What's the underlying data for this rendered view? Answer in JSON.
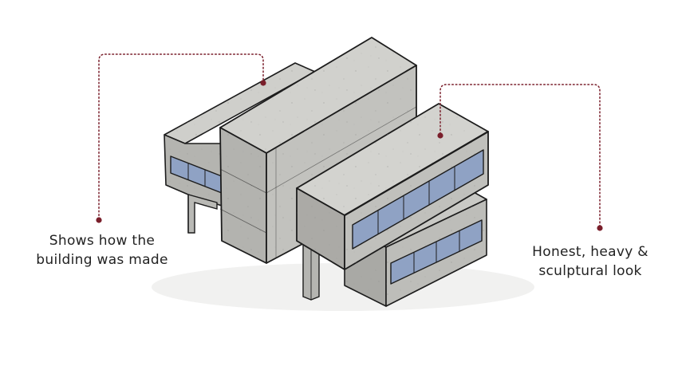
{
  "callouts": {
    "left": {
      "line1": "Shows how the",
      "line2": "building was made"
    },
    "right": {
      "line1": "Honest, heavy &",
      "line2": "sculptural look"
    }
  },
  "colors": {
    "leader": "#7a1f2b",
    "concrete_top": "#cfcfcb",
    "concrete_side": "#b9b9b5",
    "concrete_front": "#a9a9a5",
    "outline": "#1c1c1c",
    "window": "#8fa2c4"
  }
}
